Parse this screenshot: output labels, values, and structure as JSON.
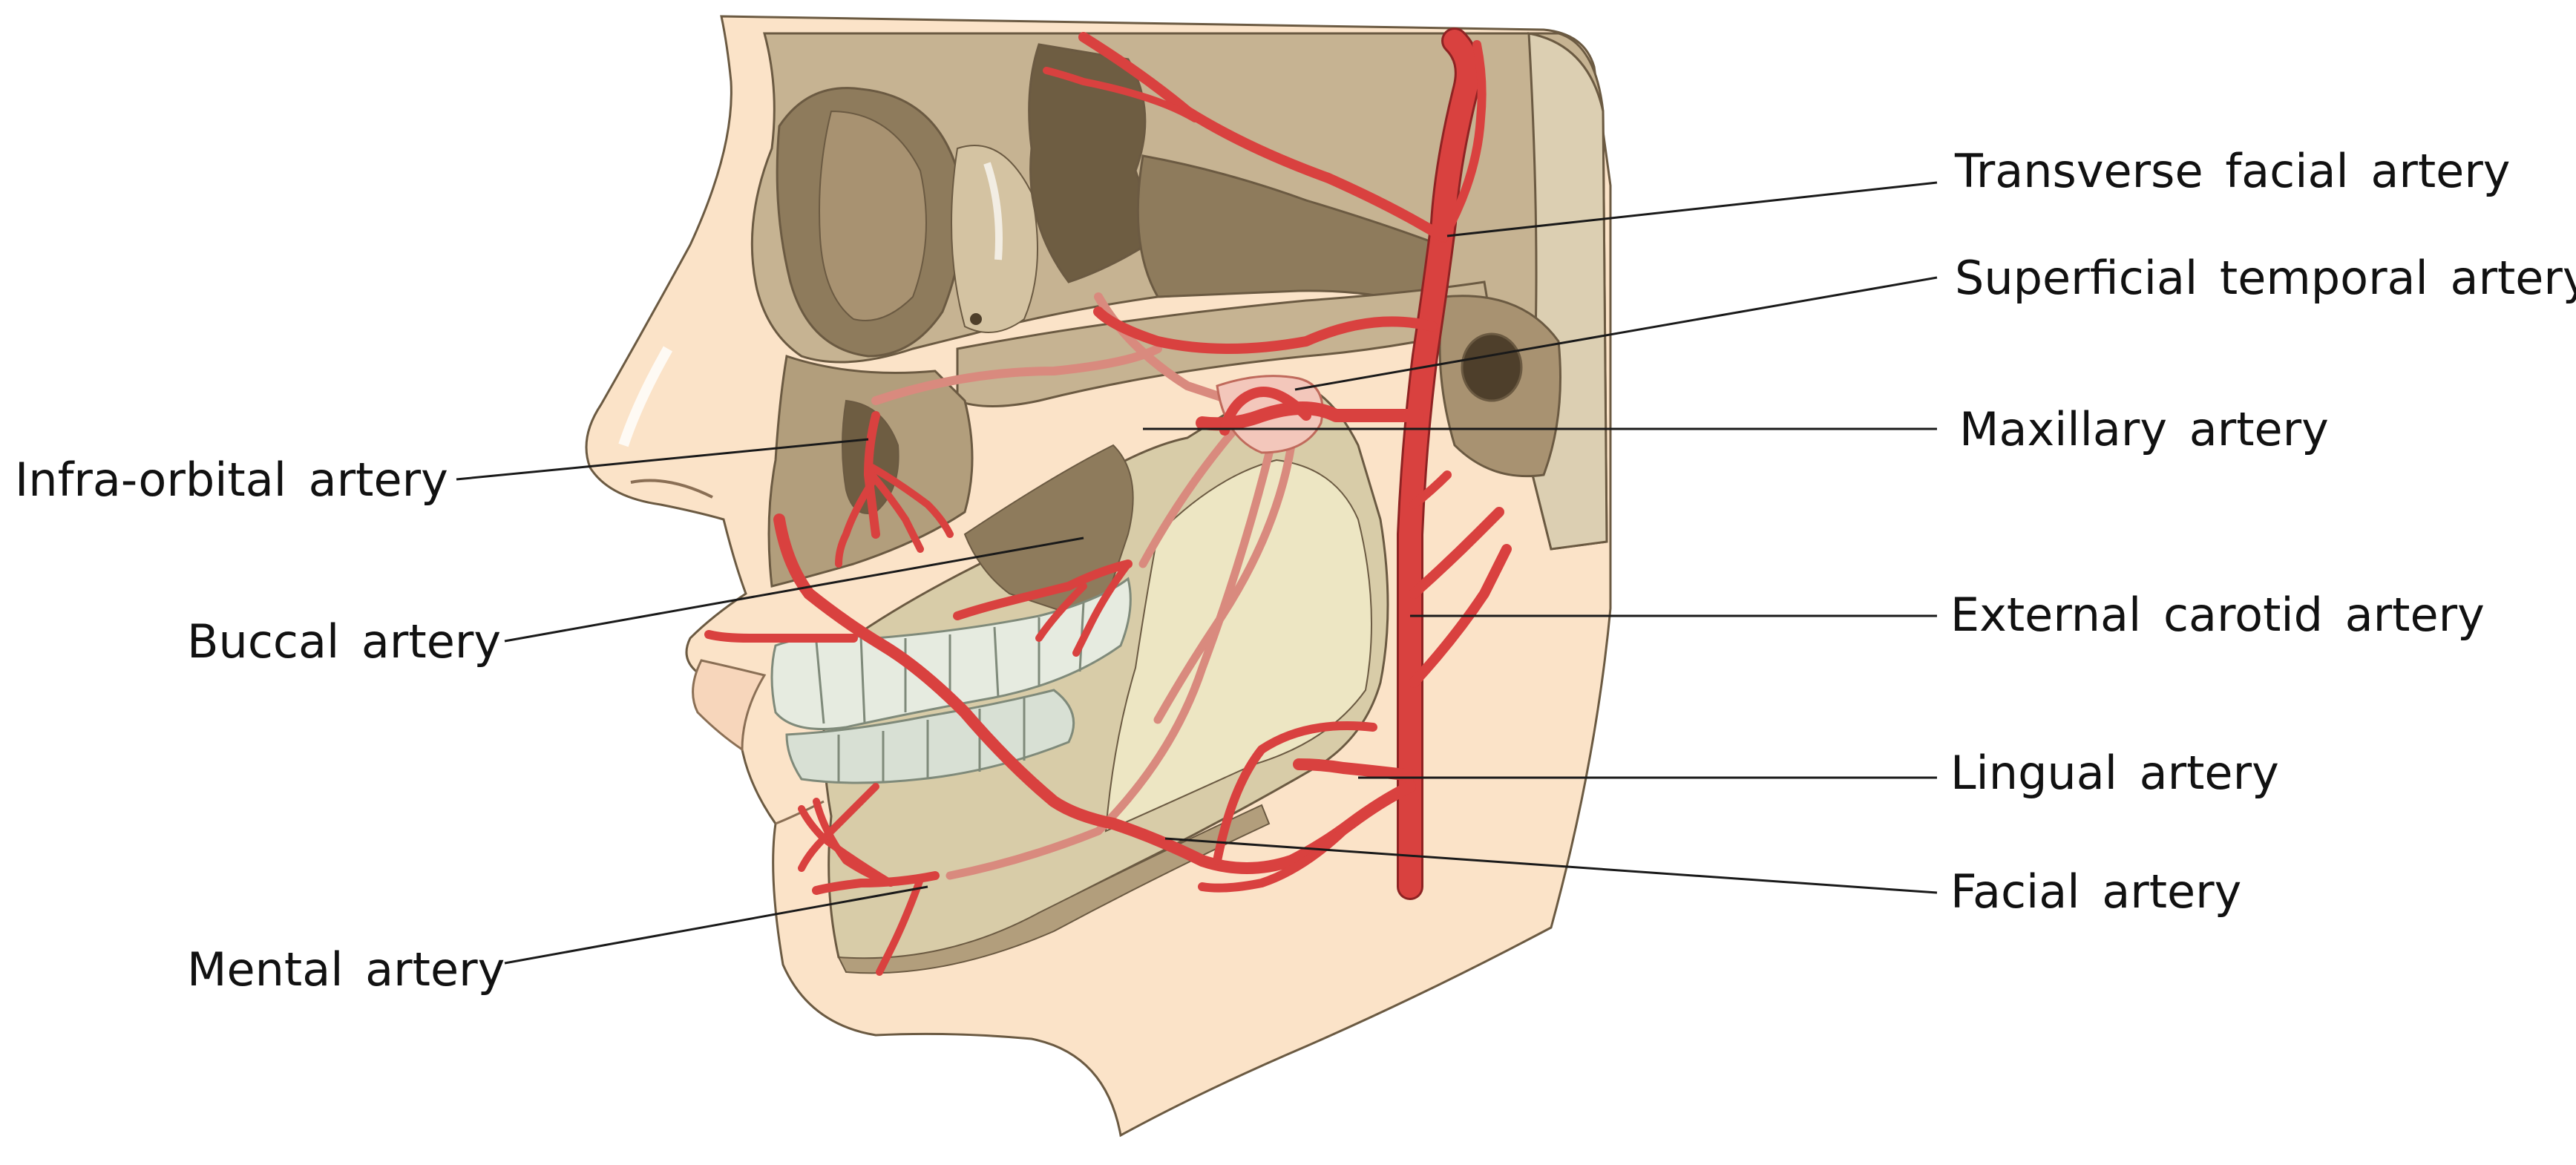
{
  "labels": {
    "transverse_facial": "Transverse facial artery",
    "superficial_temporal": "Superficial temporal artery",
    "maxillary": "Maxillary artery",
    "external_carotid": "External carotid artery",
    "lingual": "Lingual artery",
    "facial": "Facial artery",
    "infra_orbital": "Infra-orbital artery",
    "buccal": "Buccal artery",
    "mental": "Mental artery"
  },
  "colors": {
    "skin": "#fbe3c8",
    "skull": "#c6b392",
    "skull_shadow": "#8e7b5c",
    "skull_dark": "#6e5d42",
    "mandible": "#d8cca8",
    "mandible_inner": "#ede6c3",
    "teeth": "#e6ebe0",
    "artery": "#d9413f",
    "artery_light": "#d98a7e"
  }
}
